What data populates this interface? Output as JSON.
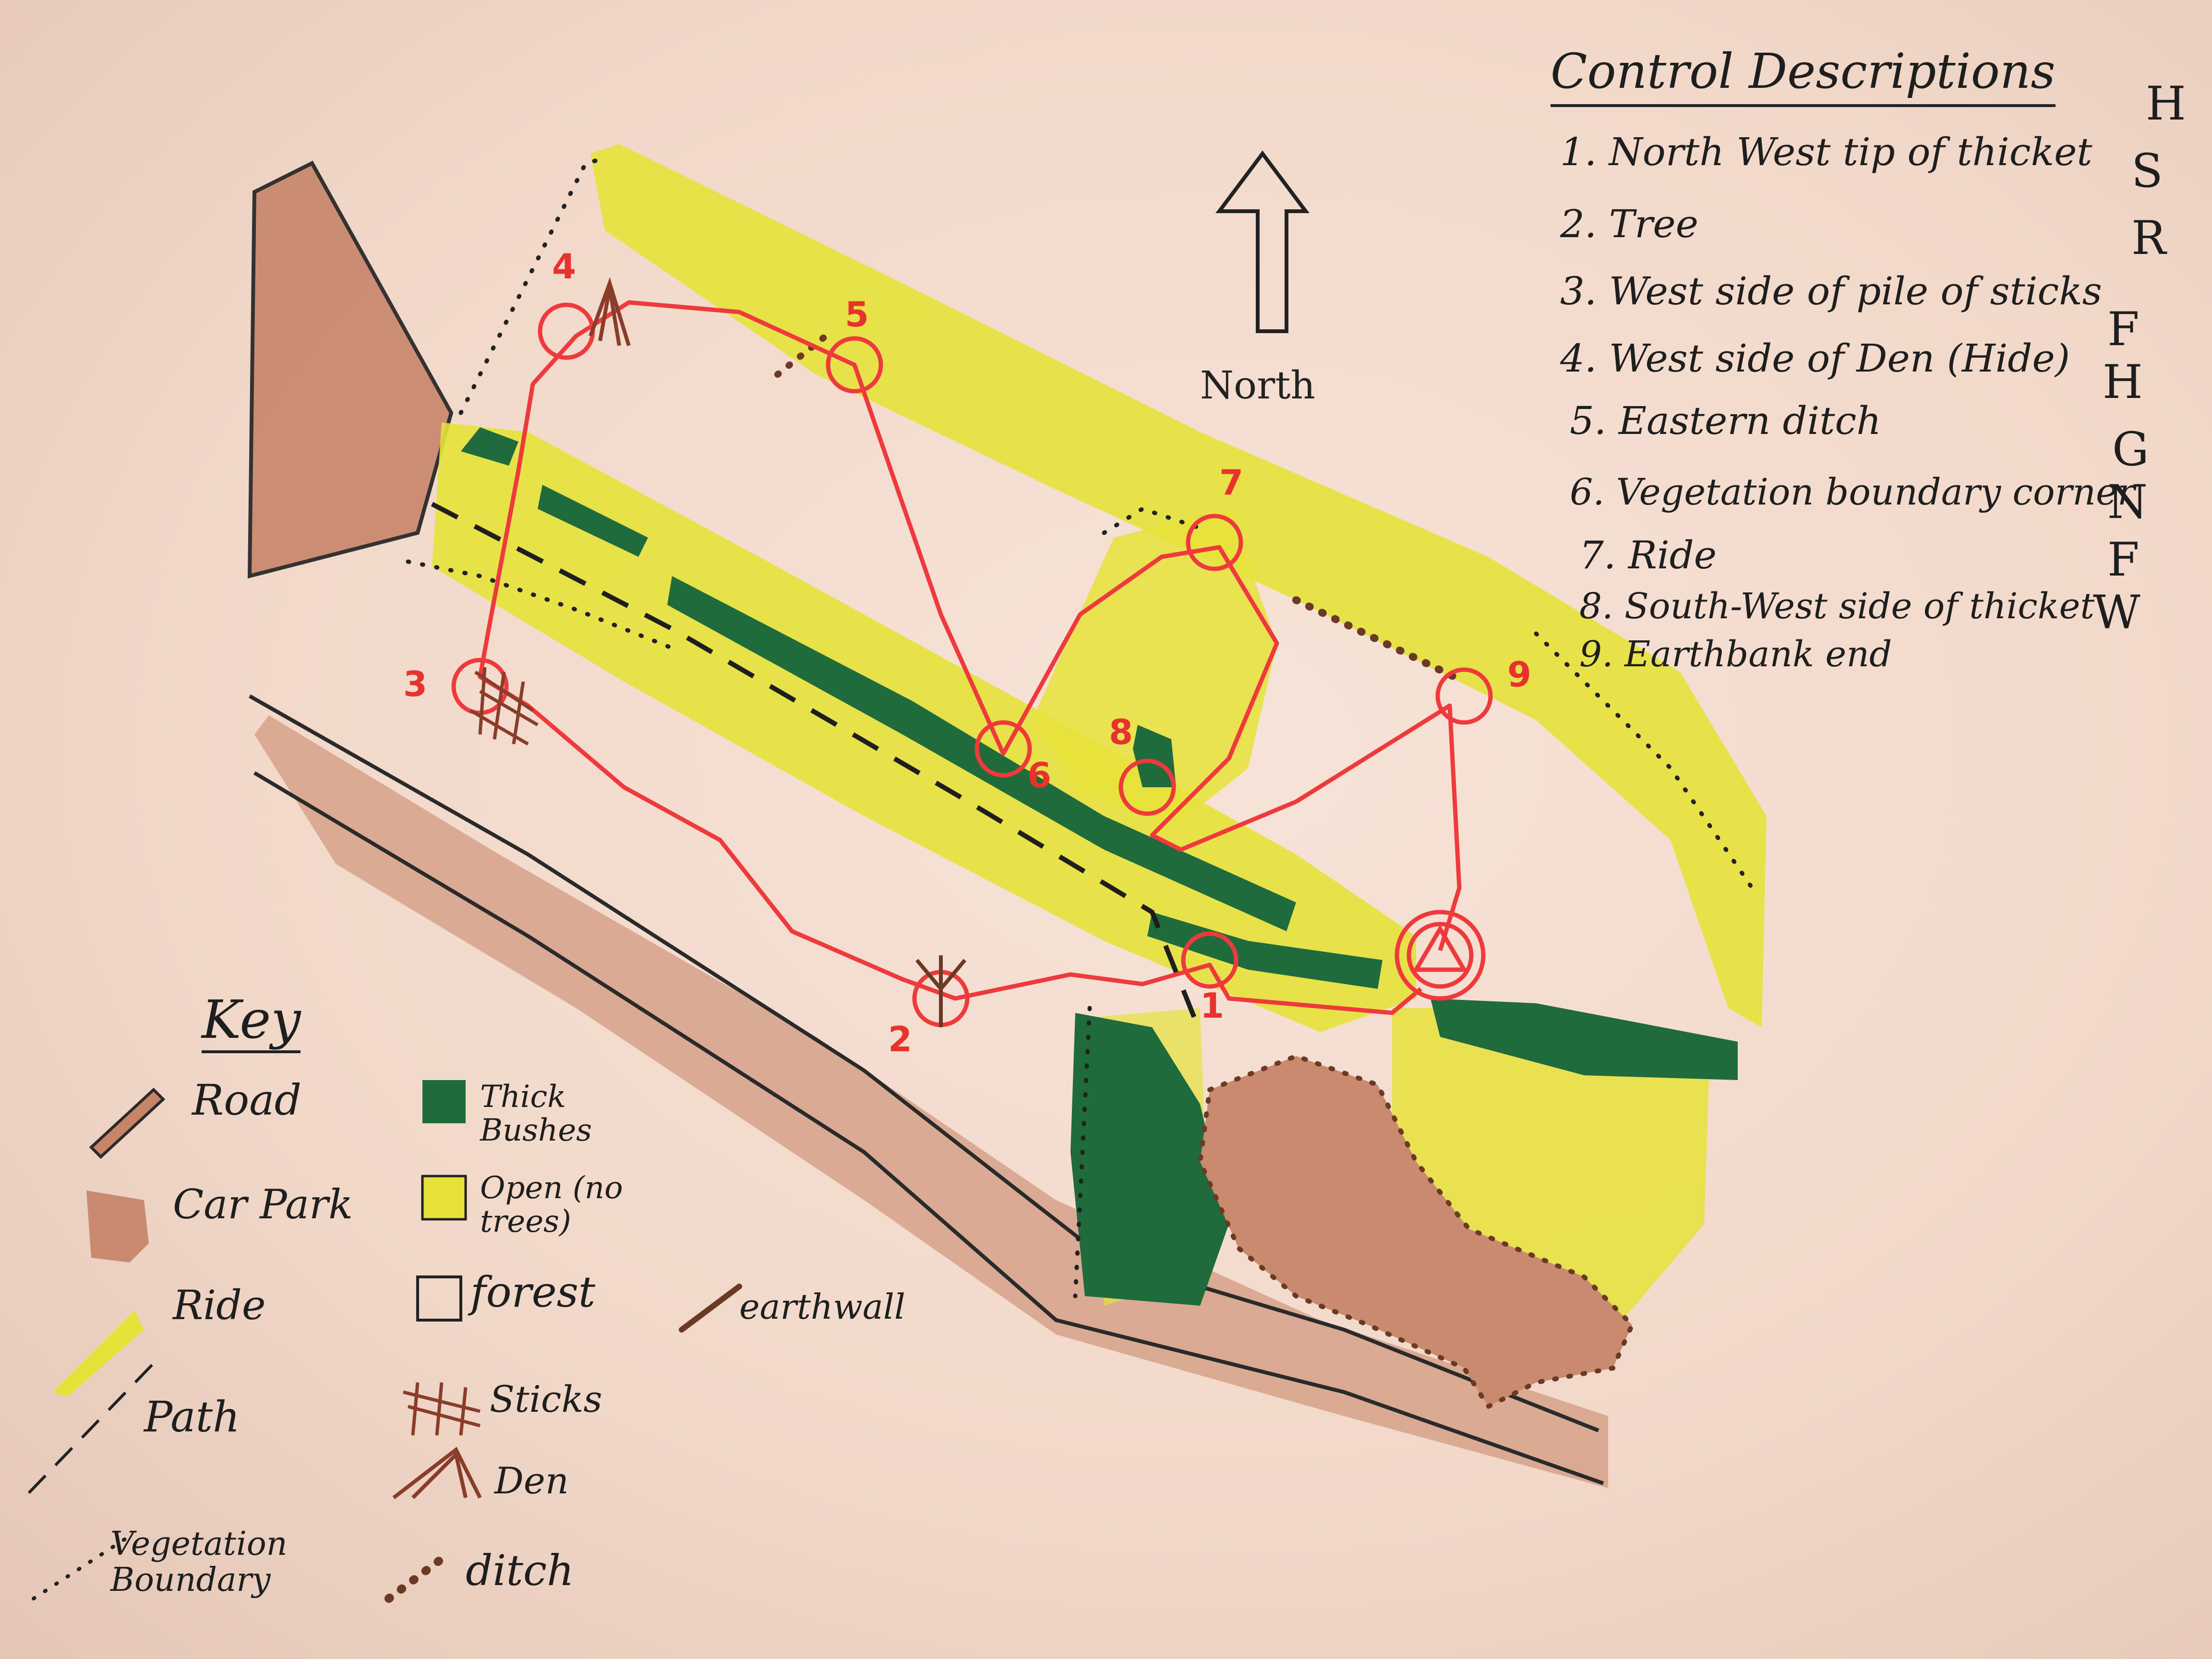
{
  "north_label": "North",
  "control_descriptions": {
    "title": "Control Descriptions",
    "items": [
      {
        "text": "1. North West tip of thicket",
        "code": "H"
      },
      {
        "text": "2. Tree",
        "code": "S"
      },
      {
        "text": "3. West side of pile of sticks",
        "code": "R"
      },
      {
        "text": "4. West side of Den (Hide)",
        "code": "F"
      },
      {
        "text": "5. Eastern ditch",
        "code": "H"
      },
      {
        "text": "6. Vegetation boundary corner",
        "code": "G"
      },
      {
        "text": "7. Ride",
        "code": "N"
      },
      {
        "text": "8. South-West side of thicket",
        "code": "F"
      },
      {
        "text": "9. Earthbank end",
        "code": "W"
      }
    ]
  },
  "controls": [
    "1",
    "2",
    "3",
    "4",
    "5",
    "6",
    "7",
    "8",
    "9"
  ],
  "key": {
    "title": "Key",
    "items": {
      "road": "Road",
      "car_park": "Car Park",
      "ride": "Ride",
      "path": "Path",
      "vegetation_boundary": "Vegetation Boundary",
      "thick_bushes": "Thick Bushes",
      "open": "Open (no trees)",
      "forest": "forest",
      "sticks": "Sticks",
      "den": "Den",
      "ditch": "ditch",
      "earthwall": "earthwall"
    }
  },
  "colors": {
    "course": "#ee3a3c",
    "ride": "#e6e23a",
    "thick_bushes": "#1f6b3c",
    "road": "#c88466",
    "car_park": "#c98a70",
    "earthwall": "#6b3a24",
    "ink": "#222222"
  }
}
